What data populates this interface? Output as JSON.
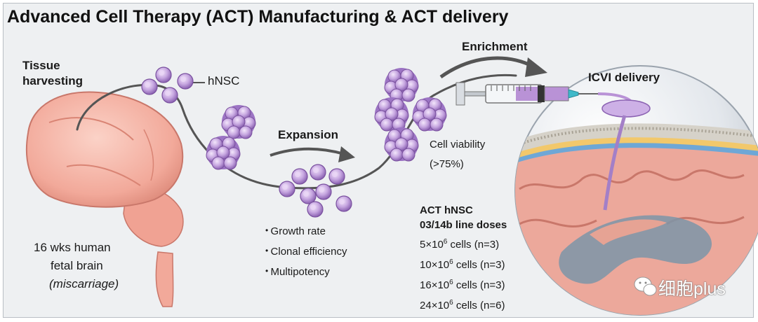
{
  "title": "Advanced Cell Therapy (ACT) Manufacturing & ACT delivery",
  "labels": {
    "tissue_line1": "Tissue",
    "tissue_line2": "harvesting",
    "hnsc": "hNSC",
    "expansion": "Expansion",
    "enrichment": "Enrichment",
    "icvi": "ICVI delivery",
    "viability_line1": "Cell viability",
    "viability_line2": "(>75%)",
    "brain_line1": "16 wks human",
    "brain_line2": "fetal brain",
    "brain_line3": "(miscarriage)"
  },
  "qc_list": [
    "Growth rate",
    "Clonal efficiency",
    "Multipotency"
  ],
  "doses": {
    "heading_line1": "ACT hNSC",
    "heading_line2": "03/14b line doses",
    "rows": [
      {
        "mult": "5",
        "times": "×",
        "base": "10",
        "exp": "6",
        "rest": " cells (n=3)"
      },
      {
        "mult": "10",
        "times": "×",
        "base": "10",
        "exp": "6",
        "rest": " cells (n=3)"
      },
      {
        "mult": "16",
        "times": "×",
        "base": "10",
        "exp": "6",
        "rest": " cells (n=3)"
      },
      {
        "mult": "24",
        "times": "×",
        "base": "10",
        "exp": "6",
        "rest": " cells (n=6)"
      }
    ]
  },
  "watermark": "细胞plus"
}
